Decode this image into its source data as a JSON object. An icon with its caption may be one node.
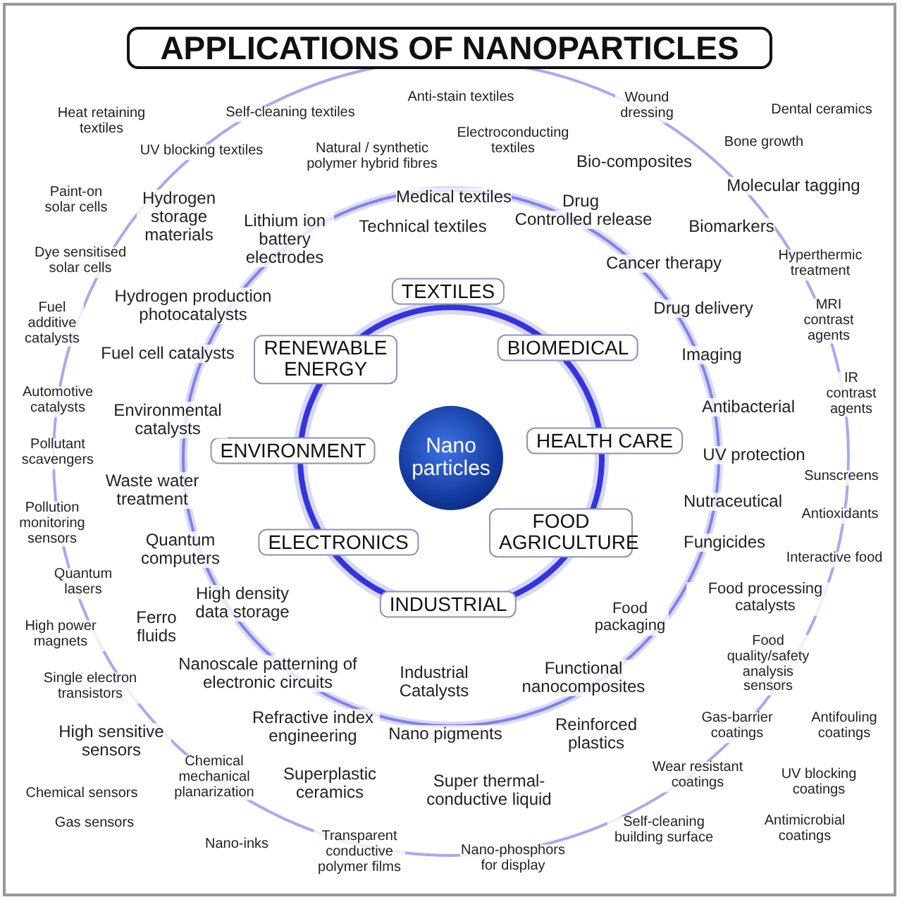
{
  "diagram": {
    "title": "APPLICATIONS OF NANOPARTICLES",
    "nodes": [
      {
        "text": [
          "Nano particles"
        ]
      },
      {
        "text": [
          "TEXTILES"
        ]
      },
      {
        "text": [
          "RENEWABLE ENERGY"
        ]
      },
      {
        "text": [
          "BIOMEDICAL"
        ]
      },
      {
        "text": [
          "ENVIRONMENT"
        ]
      },
      {
        "text": [
          "HEALTH CARE"
        ]
      },
      {
        "text": [
          "ELECTRONICS"
        ]
      },
      {
        "text": [
          "FOOD AGRICULTURE"
        ]
      },
      {
        "text": [
          "INDUSTRIAL"
        ]
      }
    ],
    "labels": [
      "Anti-stain textiles",
      "Heat retaining textiles",
      "Self-cleaning textiles",
      "Wound dressing",
      "Dental ceramics",
      "Electroconducting textiles",
      "UV blocking textiles",
      "Natural / synthetic polymer hybrid fibres",
      "Bone growth",
      "Bio-composites",
      "Paint-on solar cells",
      "Hydrogen storage materials",
      "Molecular tagging",
      "Medical textiles",
      "Drug",
      "Controlled release",
      "Lithium ion battery electrodes",
      "Technical textiles",
      "Biomarkers",
      "Dye sensitised solar cells",
      "Cancer therapy",
      "Hyperthermic treatment",
      "Fuel additive catalysts",
      "Hydrogen production photocatalysts",
      "Drug delivery",
      "MRI contrast agents",
      "Fuel cell catalysts",
      "Imaging",
      "IR contrast agents",
      "Automotive catalysts",
      "Environmental catalysts",
      "Antibacterial",
      "Pollutant scavengers",
      "UV protection",
      "Sunscreens",
      "Waste water treatment",
      "Pollution monitoring sensors",
      "Nutraceutical",
      "Antioxidants",
      "Quantum computers",
      "Fungicides",
      "Interactive food",
      "Quantum lasers",
      "High density data storage",
      "Food processing catalysts",
      "High power magnets",
      "Ferro fluids",
      "Food packaging",
      "Food quality/safety analysis sensors",
      "Single electron transistors",
      "Nanoscale patterning of electronic circuits",
      "Industrial Catalysts",
      "Functional nanocomposites",
      "Refractive index engineering",
      "Gas-barrier coatings",
      "Antifouling coatings",
      "High sensitive sensors",
      "Nano pigments",
      "Reinforced plastics",
      "Chemical mechanical planarization",
      "Superplastic ceramics",
      "Super thermal-conductive liquid",
      "Chemical sensors",
      "Wear resistant coatings",
      "UV blocking coatings",
      "Gas sensors",
      "Self-cleaning building surface",
      "Antimicrobial coatings",
      "Nano-inks",
      "Transparent conductive polymer films",
      "Nano-phosphors for display"
    ]
  }
}
